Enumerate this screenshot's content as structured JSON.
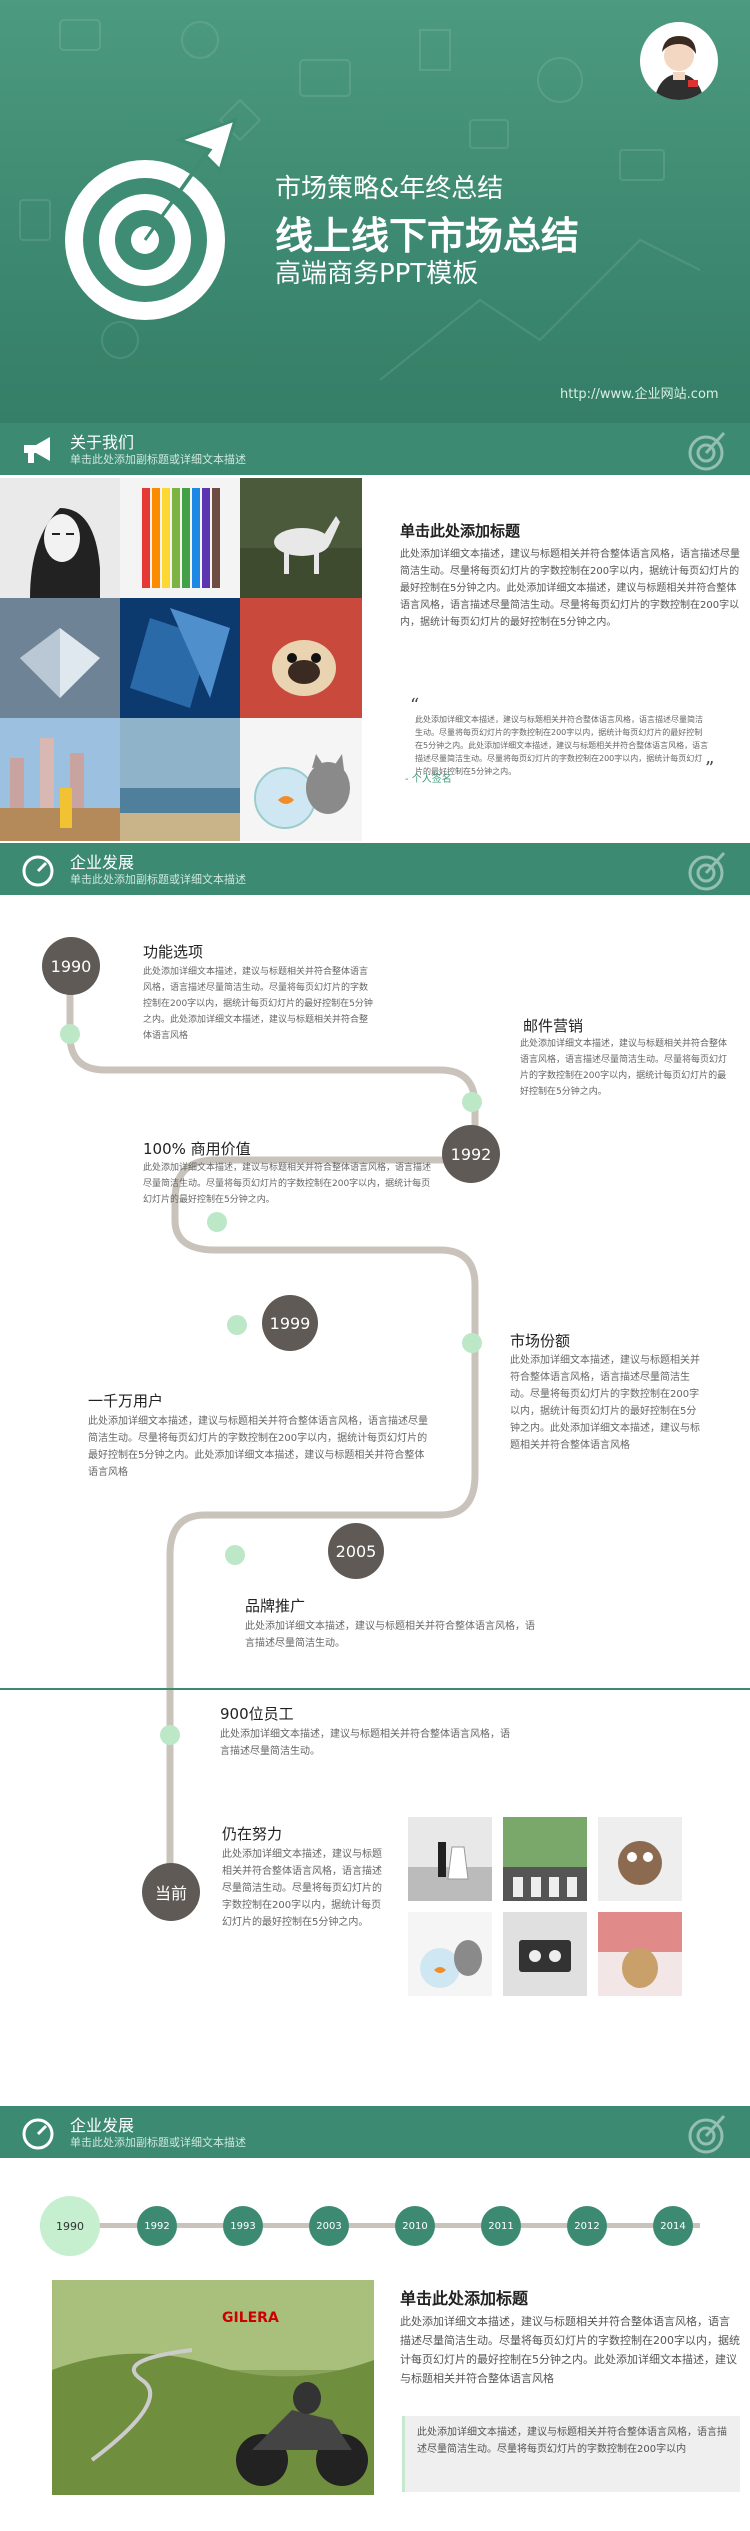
{
  "cover": {
    "title_line1": "市场策略&年终总结",
    "title_line2": "线上线下市场总结",
    "title_line3": "高端商务PPT模板",
    "url": "http://www.企业网站.com"
  },
  "about": {
    "header_title": "关于我们",
    "header_subtitle": "单击此处添加副标题或详细文本描述",
    "title": "单击此处添加标题",
    "body": "此处添加详细文本描述，建议与标题相关并符合整体语言风格，语言描述尽量简洁生动。尽量将每页幻灯片的字数控制在200字以内，据统计每页幻灯片的最好控制在5分钟之内。此处添加详细文本描述，建议与标题相关并符合整体语言风格，语言描述尽量简洁生动。尽量将每页幻灯片的字数控制在200字以内，据统计每页幻灯片的最好控制在5分钟之内。",
    "quote": "此处添加详细文本描述，建议与标题相关并符合整体语言风格，语言描述尽量简洁生动。尽量将每页幻灯片的字数控制在200字以内，据统计每页幻灯片的最好控制在5分钟之内。此处添加详细文本描述，建议与标题相关并符合整体语言风格，语言描述尽量简洁生动。尽量将每页幻灯片的字数控制在200字以内，据统计每页幻灯片的最好控制在5分钟之内。",
    "quote_open": "“",
    "quote_close": "”",
    "signature": "- 个人签名"
  },
  "dev1": {
    "header_title": "企业发展",
    "header_subtitle": "单击此处添加副标题或详细文本描述",
    "years": [
      "1990",
      "1992",
      "1999",
      "2005",
      "当前"
    ],
    "items": [
      {
        "title": "功能选项",
        "text": "此处添加详细文本描述，建议与标题相关并符合整体语言风格，语言描述尽量简洁生动。尽量将每页幻灯片的字数控制在200字以内，据统计每页幻灯片的最好控制在5分钟之内。此处添加详细文本描述，建议与标题相关并符合整体语言风格"
      },
      {
        "title": "邮件营销",
        "text": "此处添加详细文本描述，建议与标题相关并符合整体语言风格，语言描述尽量简洁生动。尽量将每页幻灯片的字数控制在200字以内，据统计每页幻灯片的最好控制在5分钟之内。"
      },
      {
        "title": "100% 商用价值",
        "text": "此处添加详细文本描述，建议与标题相关并符合整体语言风格，语言描述尽量简洁生动。尽量将每页幻灯片的字数控制在200字以内，据统计每页幻灯片的最好控制在5分钟之内。"
      },
      {
        "title": "市场份额",
        "text": "此处添加详细文本描述，建议与标题相关并符合整体语言风格，语言描述尽量简洁生动。尽量将每页幻灯片的字数控制在200字以内，据统计每页幻灯片的最好控制在5分钟之内。此处添加详细文本描述，建议与标题相关并符合整体语言风格"
      },
      {
        "title": "一千万用户",
        "text": "此处添加详细文本描述，建议与标题相关并符合整体语言风格，语言描述尽量简洁生动。尽量将每页幻灯片的字数控制在200字以内，据统计每页幻灯片的最好控制在5分钟之内。此处添加详细文本描述，建议与标题相关并符合整体语言风格"
      },
      {
        "title": "品牌推广",
        "text": "此处添加详细文本描述，建议与标题相关并符合整体语言风格，语言描述尽量简洁生动。"
      },
      {
        "title": "900位员工",
        "text": "此处添加详细文本描述，建议与标题相关并符合整体语言风格，语言描述尽量简洁生动。"
      },
      {
        "title": "仍在努力",
        "text": "此处添加详细文本描述，建议与标题相关并符合整体语言风格，语言描述尽量简洁生动。尽量将每页幻灯片的字数控制在200字以内，据统计每页幻灯片的最好控制在5分钟之内。"
      }
    ]
  },
  "dev2": {
    "header_title": "企业发展",
    "header_subtitle": "单击此处添加副标题或详细文本描述",
    "years": [
      "1990",
      "1992",
      "1993",
      "2003",
      "2010",
      "2011",
      "2012",
      "2014"
    ],
    "title": "单击此处添加标题",
    "body": "此处添加详细文本描述，建议与标题相关并符合整体语言风格，语言描述尽量简洁生动。尽量将每页幻灯片的字数控制在200字以内，据统计每页幻灯片的最好控制在5分钟之内。此处添加详细文本描述，建议与标题相关并符合整体语言风格",
    "box_text": "此处添加详细文本描述，建议与标题相关并符合整体语言风格，语言描述尽量简洁生动。尽量将每页幻灯片的字数控制在200字以内",
    "photo_brand": "GILERA"
  }
}
